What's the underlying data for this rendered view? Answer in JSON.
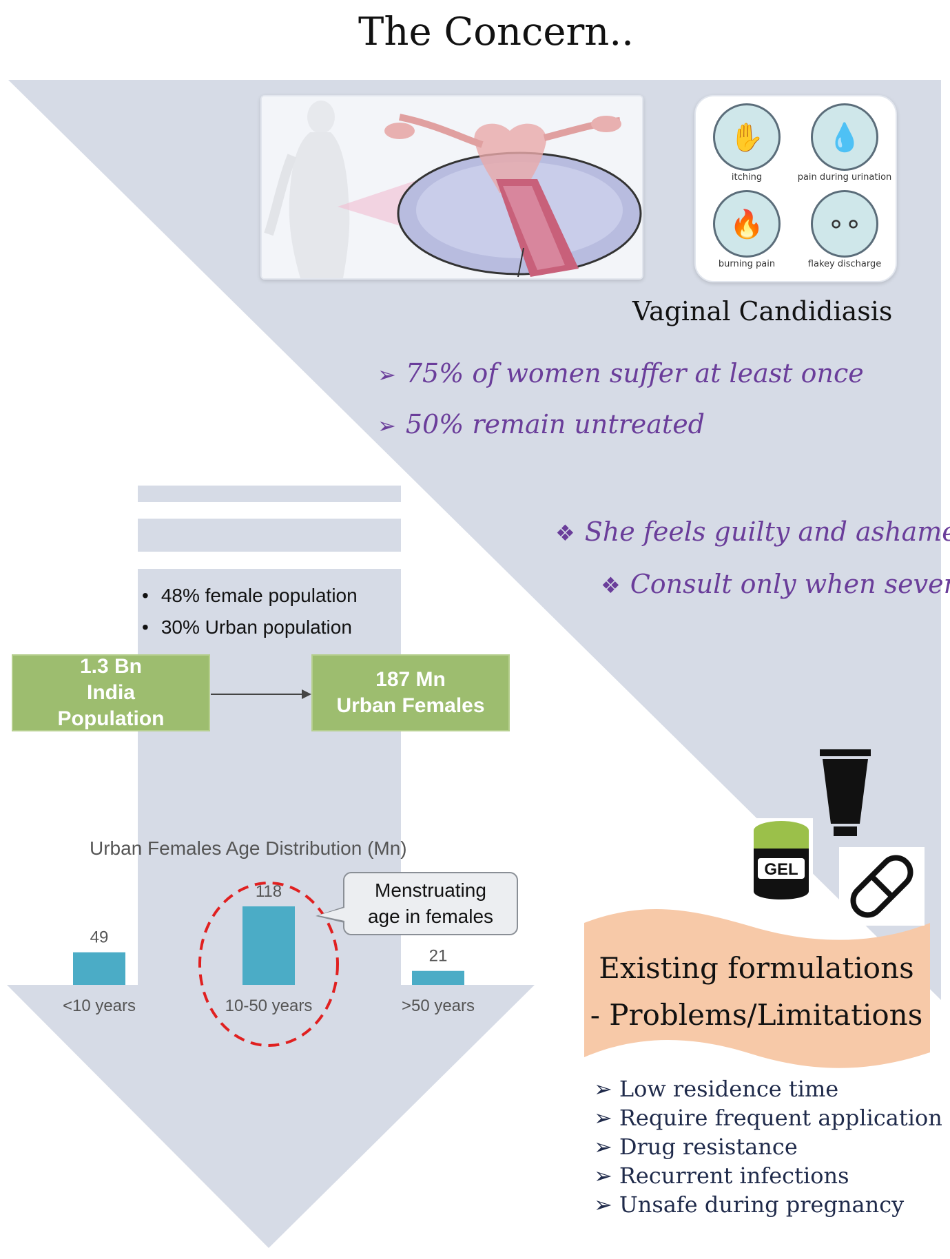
{
  "title": "The Concern..",
  "condition": {
    "name": "Vaginal Candidiasis",
    "symptoms": [
      {
        "label": "itching",
        "icon": "itching-icon"
      },
      {
        "label": "pain during urination",
        "icon": "urination-pain-icon"
      },
      {
        "label": "burning pain",
        "icon": "flame-icon"
      },
      {
        "label": "flakey discharge",
        "icon": "discharge-icon"
      }
    ]
  },
  "facts": [
    {
      "marker": "➢",
      "text": "75% of women suffer at least once"
    },
    {
      "marker": "➢",
      "text": "50% remain untreated"
    }
  ],
  "social": [
    {
      "marker": "❖",
      "text": "She feels guilty and ashamed"
    },
    {
      "marker": "❖",
      "text": "Consult only when severe"
    }
  ],
  "population": {
    "bullets": [
      "48% female population",
      "30% Urban population"
    ],
    "india_box": "1.3 Bn\nIndia\nPopulation",
    "urban_box": "187 Mn\nUrban Females"
  },
  "chart_data": {
    "type": "bar",
    "title": "Urban Females Age Distribution (Mn)",
    "categories": [
      "<10 years",
      "10-50 years",
      ">50 years"
    ],
    "values": [
      49,
      118,
      21
    ],
    "ylim": [
      0,
      130
    ],
    "grid": false,
    "color": "#4bacc6",
    "highlight": "10-50 years"
  },
  "callout": "Menstruating\nage in females",
  "formulations": {
    "icon_labels": {
      "gel": "GEL"
    },
    "heading": [
      "Existing formulations",
      "- Problems/Limitations"
    ],
    "problems": [
      "Low residence time",
      "Require frequent application",
      "Drug resistance",
      "Recurrent infections",
      "Unsafe during pregnancy"
    ],
    "marker": "➢"
  },
  "colors": {
    "background_shape": "#d6dbe6",
    "fact_text": "#6a3d9a",
    "green_box": "#9dbd6f",
    "banner": "#f7c9a8",
    "highlight_ring": "#e02020"
  }
}
